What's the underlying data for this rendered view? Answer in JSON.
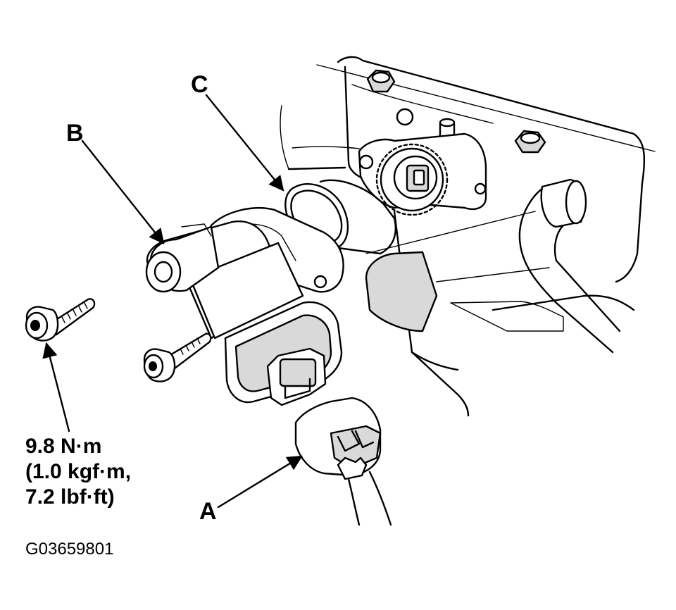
{
  "labels": {
    "a": "A",
    "b": "B",
    "c": "C"
  },
  "torque_spec": {
    "line1": "9.8 N·m",
    "line2": "(1.0 kgf·m,",
    "line3": "7.2 lbf·ft)"
  },
  "figure_id": "G03659801",
  "colors": {
    "line": "#000000",
    "background": "#ffffff",
    "shade": "#d9d9d9"
  }
}
